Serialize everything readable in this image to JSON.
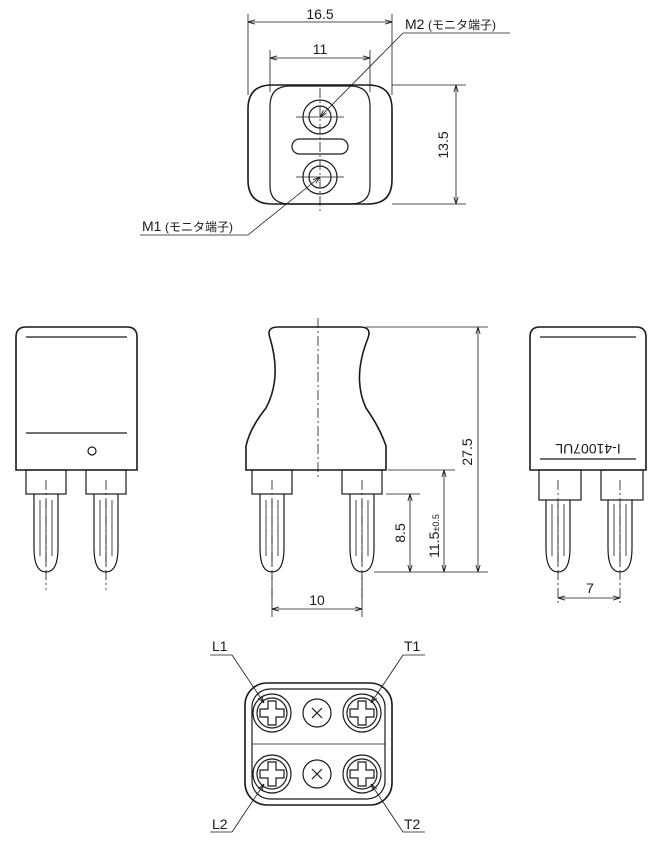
{
  "top_view": {
    "width_outer": "16.5",
    "width_terminals": "11",
    "height": "13.5",
    "label_m2": "M2",
    "label_m2_note": "(モニタ端子)",
    "label_m1": "M1",
    "label_m1_note": "(モニタ端子)"
  },
  "front_view": {
    "height_total": "27.5",
    "pin_length": "8.5",
    "pin_exposed": "11.5",
    "pin_exposed_tol": "±0.5",
    "pin_pitch": "10"
  },
  "right_view": {
    "marking": "I-41007UL",
    "pin_pitch": "7"
  },
  "bottom_view": {
    "label_l1": "L1",
    "label_t1": "T1",
    "label_l2": "L2",
    "label_t2": "T2"
  }
}
